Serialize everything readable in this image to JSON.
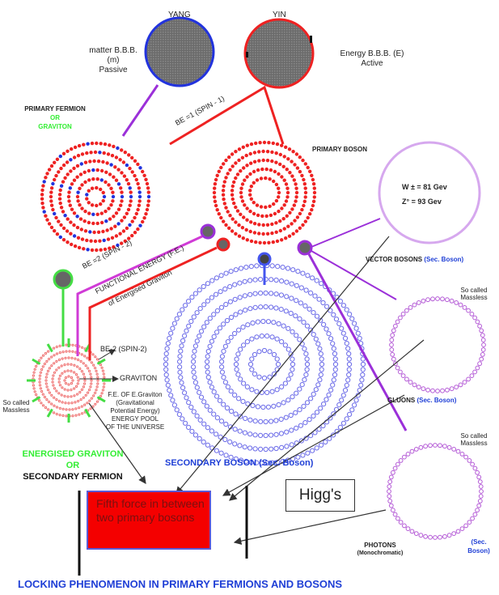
{
  "yang": {
    "label": "YANG",
    "desc": [
      "matter B.B.B.",
      "(m)",
      "Passive"
    ]
  },
  "yin": {
    "label": "YIN",
    "desc": [
      "Energy B.B.B. (E)",
      "Active"
    ]
  },
  "primary_fermion": {
    "line1": "PRIMARY FERMION",
    "line2": "OR",
    "line3": "GRAVITON"
  },
  "be1": "BE =1 (SPIN - 1)",
  "primary_boson": "PRIMARY BOSON",
  "w_mass": "W ± = 81 Gev",
  "z_mass": "Z° = 93 Gev",
  "be2": "BE =2 (SPIN - 2)",
  "functional_energy": "FUNCTIONAL ENERGY (F.E.)",
  "energised_graviton_of": "of Energised Graviton",
  "vector_bosons": {
    "name": "VECTOR BOSONS",
    "tag": "(Sec. Boson)"
  },
  "massless": [
    "So called",
    "Massless"
  ],
  "gluons": {
    "name": "GLUONS",
    "tag": "(Sec. Boson)"
  },
  "photons": {
    "name": "PHOTONS",
    "sub": "(Monochromatic)",
    "tag1": "(Sec.",
    "tag2": "Boson)"
  },
  "graviton_labels": {
    "be2_spin": "BE-2 (SPIN-2)",
    "graviton": "GRAVITON",
    "fe_lines": [
      "F.E. OF E.Graviton",
      "(Gravitational",
      "Potential Energy)",
      "ENERGY POOL",
      "OF THE UNIVERSE"
    ]
  },
  "energised_graviton": {
    "line1": "ENERGISED GRAVITON",
    "line2": "OR",
    "line3": "SECONDARY FERMION"
  },
  "secondary_boson": "SECONDARY BOSON (Sec. Boson)",
  "fifth_force": "Fifth force in between two primary bosons",
  "higgs": "Higg's",
  "footer": "LOCKING PHENOMENON IN PRIMARY FERMIONS AND BOSONS",
  "colors": {
    "yang_ring": "#2233dd",
    "yin_ring": "#ee2222",
    "sphere_fill": "#777777",
    "purple": "#9b30d9",
    "red": "#ee2222",
    "green": "#44dd44",
    "blue_text": "#1f3fd6",
    "fifth_force_fill": "#f40000"
  }
}
